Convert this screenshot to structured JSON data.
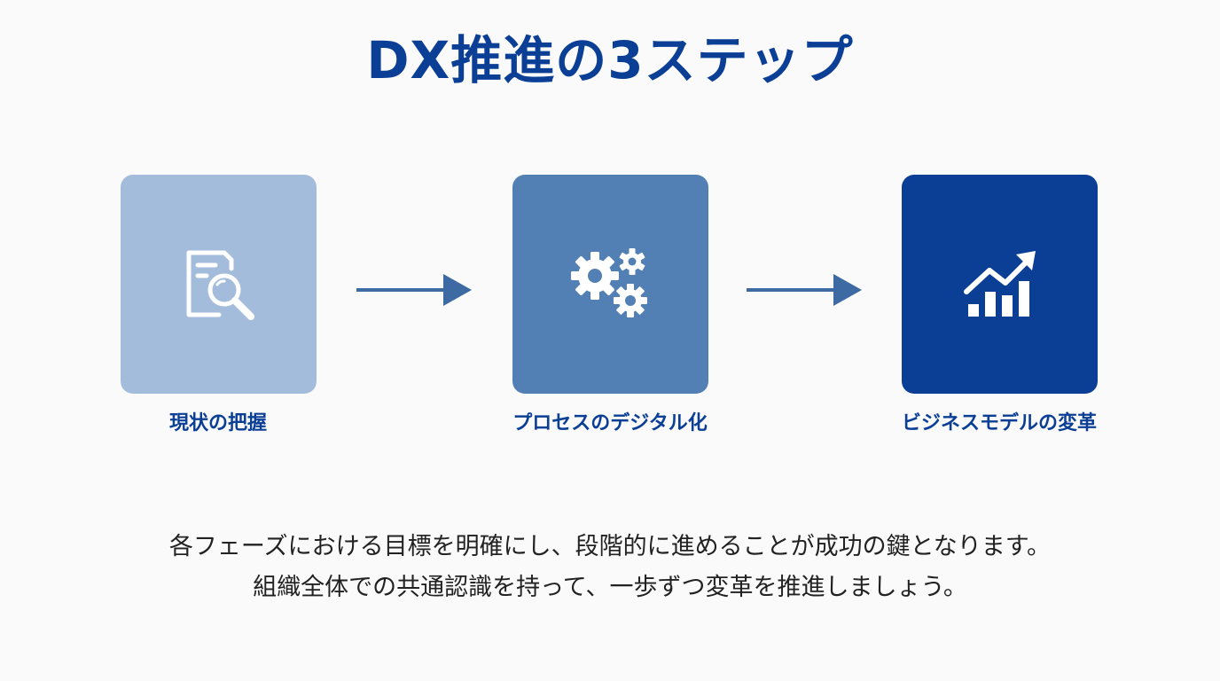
{
  "title": "DX推進の3ステップ",
  "colors": {
    "title": "#0b3f96",
    "step1_bg": "#a3bcdc",
    "step2_bg": "#5380b4",
    "step3_bg": "#0b3f96",
    "arrow": "#3d6aa3",
    "body_text": "#222222"
  },
  "steps": [
    {
      "label": "現状の把握",
      "icon": "document-search-icon"
    },
    {
      "label": "プロセスのデジタル化",
      "icon": "gears-icon"
    },
    {
      "label": "ビジネスモデルの変革",
      "icon": "growth-chart-icon"
    }
  ],
  "description": {
    "line1": "各フェーズにおける目標を明確にし、段階的に進めることが成功の鍵となります。",
    "line2": "組織全体での共通認識を持って、一歩ずつ変革を推進しましょう。"
  }
}
